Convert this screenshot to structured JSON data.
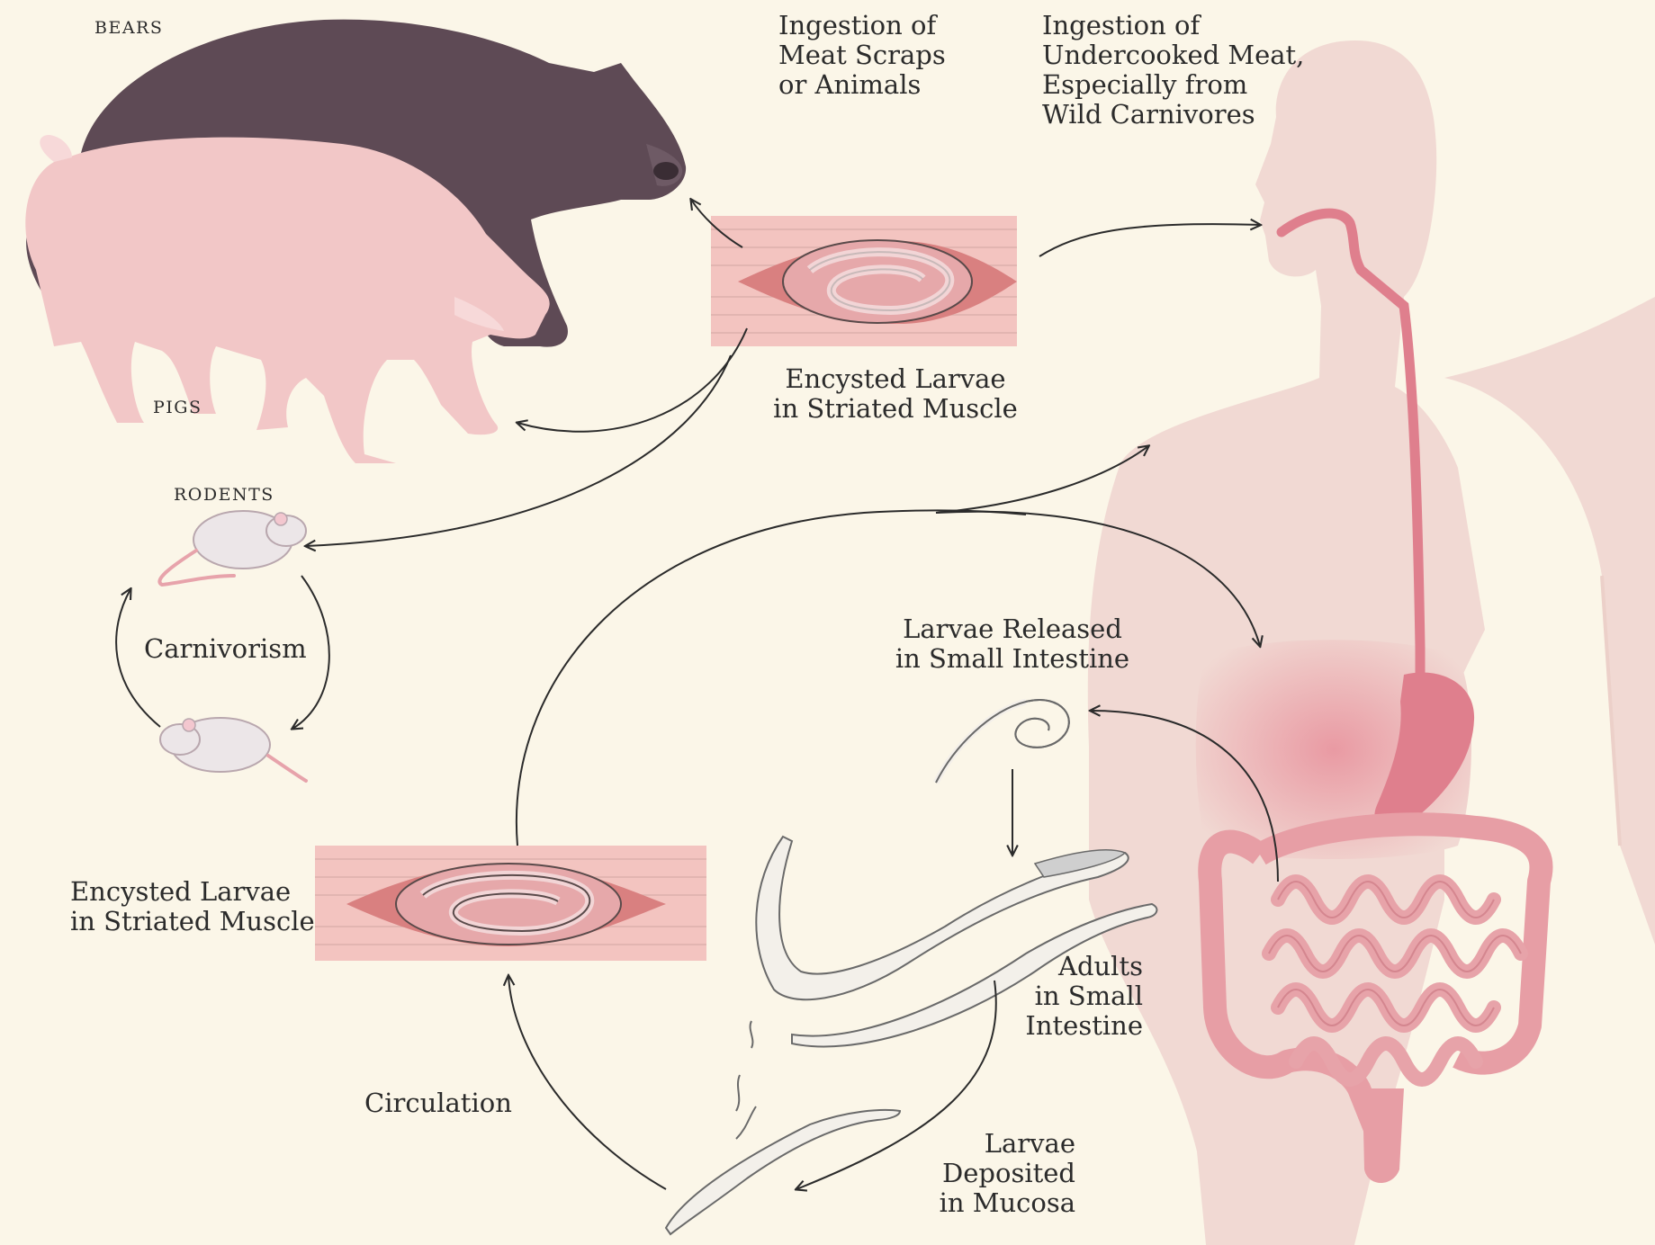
{
  "labels": {
    "bears": "BEARS",
    "pigs": "PIGS",
    "rodents": "RODENTS",
    "ingestion_meat_scraps": "Ingestion of\nMeat Scraps\nor Animals",
    "ingestion_undercooked": "Ingestion of\nUndercooked Meat,\nEspecially from\nWild Carnivores",
    "encysted_top": "Encysted Larvae\nin Striated Muscle",
    "encysted_left": "Encysted Larvae\nin Striated Muscle",
    "carnivorism": "Carnivorism",
    "larvae_released": "Larvae Released\nin Small Intestine",
    "adults": "Adults\nin Small\nIntestine",
    "larvae_deposited": "Larvae\nDeposited\nin Mucosa",
    "circulation": "Circulation"
  },
  "colors": {
    "background": "#fbf6e8",
    "bear": "#5e4a55",
    "pig": "#f2c7c7",
    "human": "#f1d9d3",
    "intestine": "#e79ea5",
    "digestive_tract": "#df7f8d",
    "muscle": "#f3c4c0",
    "cyst": "#d98080",
    "rodent": "#ece6e8",
    "arrow": "#2b2b2b"
  }
}
